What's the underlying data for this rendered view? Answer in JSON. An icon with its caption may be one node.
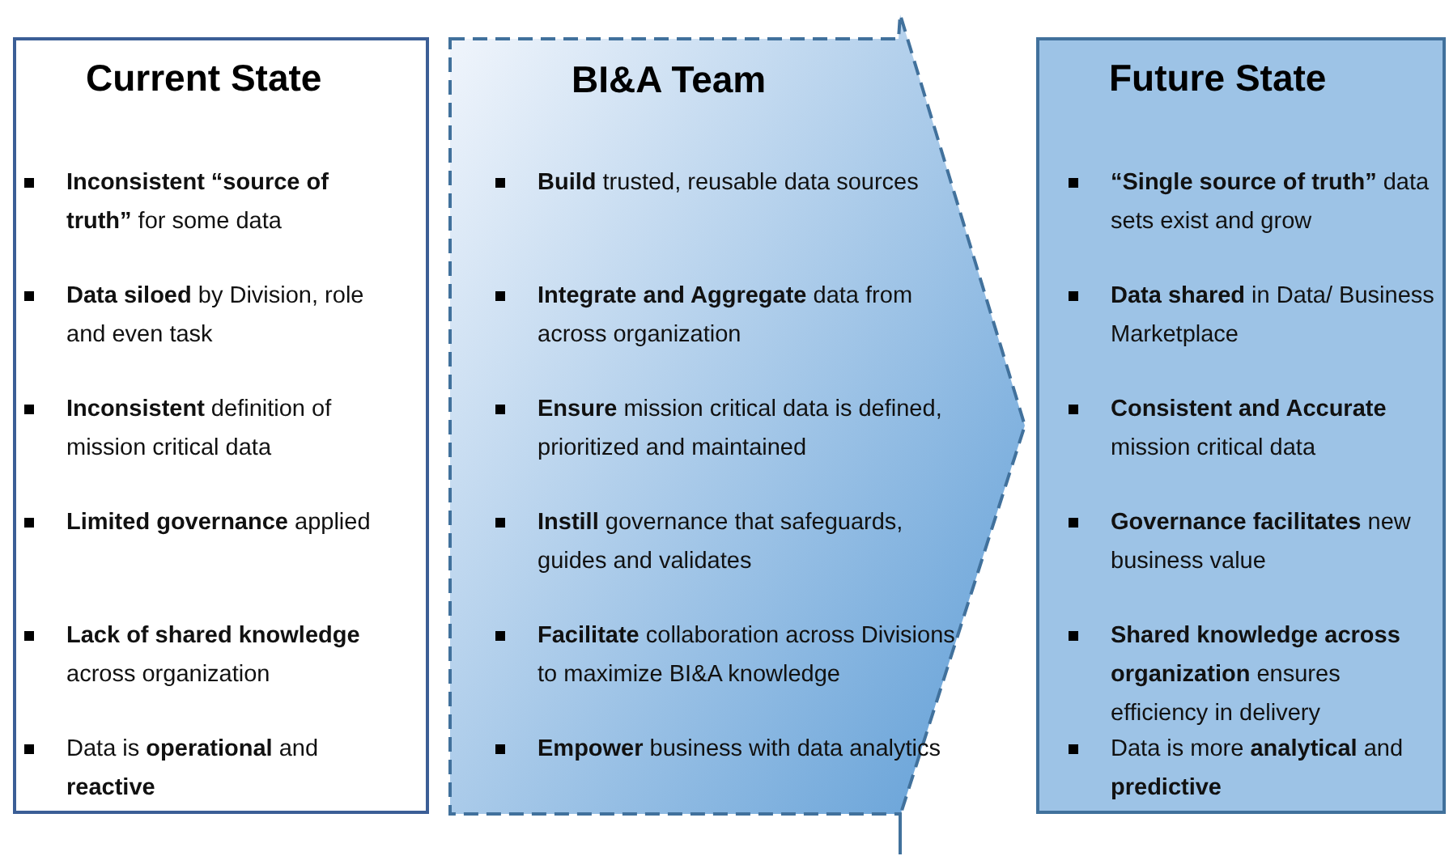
{
  "diagram": {
    "nodes": [
      {
        "text": [
          "Current State",
          "**Inconsistent “source of truth”** for some data",
          "**Data siloed** by Division, role and even task",
          "**Inconsistent** definition of mission critical data",
          "**Limited governance** applied",
          "**Lack of shared knowledge** across organization",
          "Data is **operational** and **reactive**"
        ]
      },
      {
        "text": [
          "BI&A Team",
          "**Build** trusted, reusable data sources",
          "**Integrate and Aggregate** data from across organization",
          "**Ensure** mission critical data is defined, prioritized and maintained",
          "**Instill** governance that safeguards, guides and validates",
          "**Facilitate** collaboration across Divisions to maximize BI&A knowledge",
          "**Empower** business with data analytics"
        ]
      },
      {
        "text": [
          "Future State",
          "**“Single source of truth”** data sets exist and grow",
          "**Data shared** in Data/ Business Marketplace",
          "**Consistent  and Accurate** mission critical data",
          "**Governance facilitates** new business value",
          "**Shared knowledge across organization** ensures efficiency in delivery",
          "Data is more **analytical** and **predictive**"
        ]
      }
    ]
  }
}
